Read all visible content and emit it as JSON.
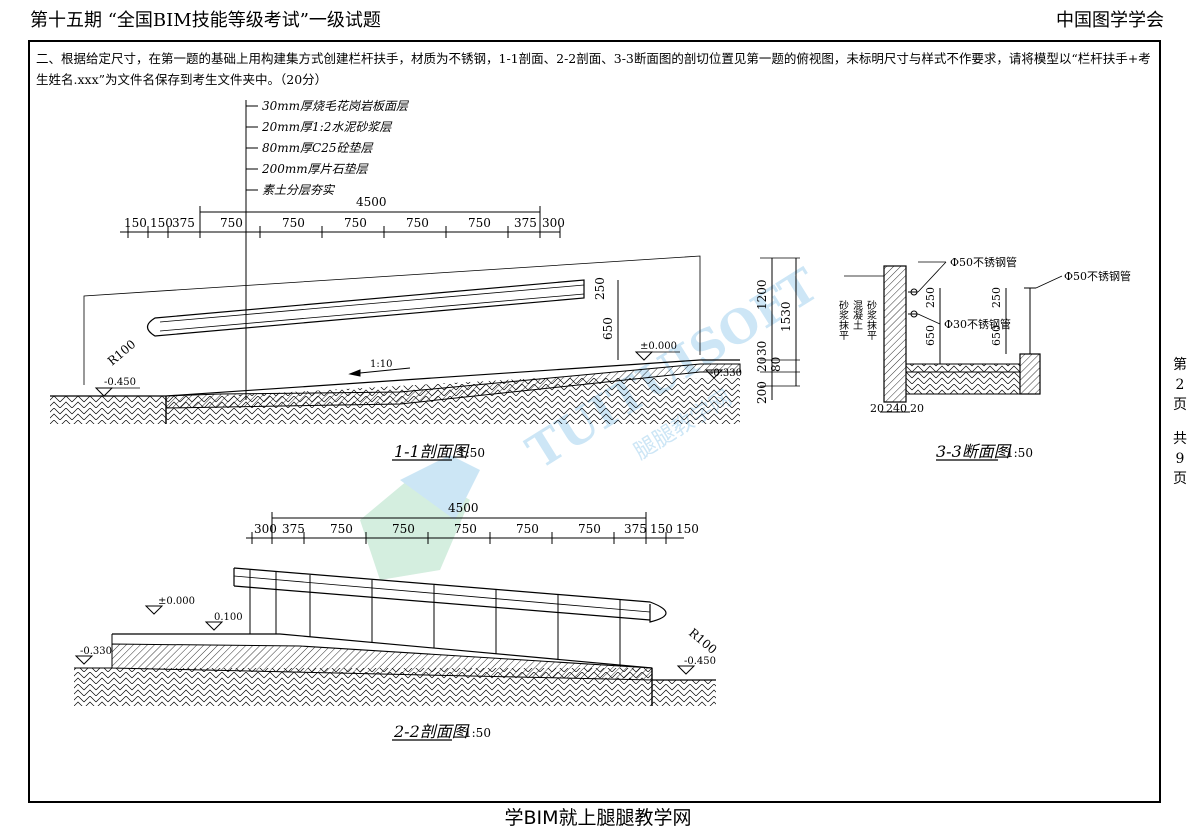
{
  "header": {
    "left": "第十五期 “全国BIM技能等级考试”一级试题",
    "right": "中国图学学会"
  },
  "question": {
    "text": "二、根据给定尺寸，在第一题的基础上用构建集方式创建栏杆扶手，材质为不锈钢，1-1剖面、2-2剖面、3-3断面图的剖切位置见第一题的俯视图，未标明尺寸与样式不作要求，请将模型以“栏杆扶手+考生姓名.xxx”为文件名保存到考生文件夹中。（20分）"
  },
  "side_page": [
    "第",
    "2",
    "页",
    "共",
    "9",
    "页"
  ],
  "footer": {
    "text": "学BIM就上腿腿教学网"
  },
  "section11": {
    "title": "1-1剖面图",
    "scale": "1:50",
    "layers": [
      "30mm厚烧毛花岗岩板面层",
      "20mm厚1:2水泥砂浆层",
      "80mm厚C25砼垫层",
      "200mm厚片石垫层",
      "素土分层夯实"
    ],
    "total": "4500",
    "dims": [
      "150",
      "150",
      "375",
      "750",
      "750",
      "750",
      "750",
      "750",
      "375",
      "300"
    ],
    "right_dims": [
      "250",
      "650",
      "1200",
      "1530",
      "30",
      "80",
      "20",
      "200"
    ],
    "slope": "1:10",
    "radius": "R100",
    "elev_left": "-0.450",
    "elev_top": "±0.000",
    "elev_right": "-0.330"
  },
  "section22": {
    "title": "2-2剖面图",
    "scale": "1:50",
    "total": "4500",
    "dims": [
      "300",
      "375",
      "750",
      "750",
      "750",
      "750",
      "750",
      "375",
      "150",
      "150"
    ],
    "radius": "R100",
    "elev_a": "±0.000",
    "elev_b": "0.100",
    "elev_c": "-0.330",
    "elev_d": "-0.450"
  },
  "section33": {
    "title": "3-3断面图",
    "scale": "1:50",
    "pipe50_a": "Φ50不锈钢管",
    "pipe50_b": "Φ50不锈钢管",
    "pipe30": "Φ30不锈钢管",
    "dims_h": [
      "20",
      "240",
      "20"
    ],
    "dims_v": [
      "250",
      "650",
      "250",
      "650"
    ],
    "labels": [
      "砂浆抹平",
      "混凝土",
      "砂浆抹平"
    ]
  },
  "watermark": {
    "text": "TUITUISOFT",
    "sub": "腿腿教学网"
  }
}
